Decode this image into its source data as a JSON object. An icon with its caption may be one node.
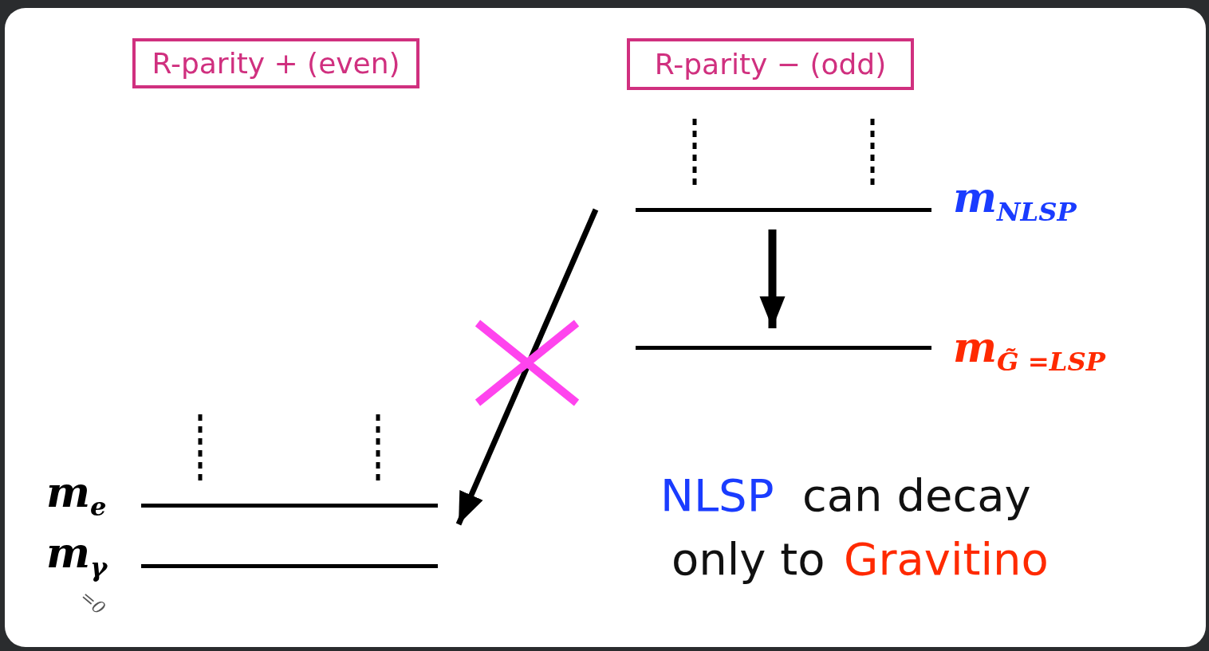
{
  "diagram": {
    "nodes": [
      {
        "text": [
          "R-parity + (even)"
        ]
      },
      {
        "text": [
          "R-parity − (odd)"
        ]
      },
      {
        "text": [],
        "shape": "bar",
        "beside": [
          "*m*$_{NLSP}$"
        ]
      },
      {
        "text": [],
        "shape": "bar",
        "beside": [
          "*m*$_{G̃ =LSP}$"
        ]
      },
      {
        "text": [],
        "shape": "bar",
        "beside": [
          "*m*$_{e}$"
        ]
      },
      {
        "text": [],
        "shape": "bar",
        "beside": [
          "*m*$_{γ}$"
        ]
      }
    ],
    "edges": [
      {
        "from": 2,
        "to": 3,
        "arrow": "to"
      },
      {
        "from": 2,
        "to": 4,
        "arrow": "to"
      }
    ],
    "labels": [
      "=0",
      "NLSP",
      "can decay",
      "only to",
      "Gravitino"
    ]
  }
}
